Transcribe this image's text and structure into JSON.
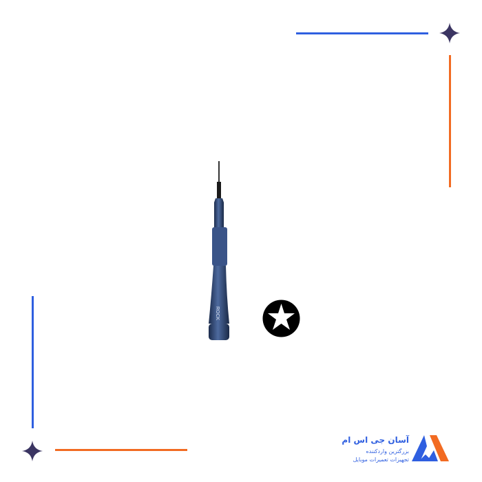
{
  "product": {
    "brand_label": "ROCK",
    "tip_type_icon": "torx-star-icon"
  },
  "logo": {
    "name": "آسان جی اس ام",
    "tagline_1": "بزرگترین واردکننده",
    "tagline_2": "تجهیزات تعمیرات موبایل"
  },
  "colors": {
    "blue": "#2f5fe0",
    "orange": "#f26b22",
    "star": "#3b3562",
    "handle": "#2e4a7a"
  }
}
